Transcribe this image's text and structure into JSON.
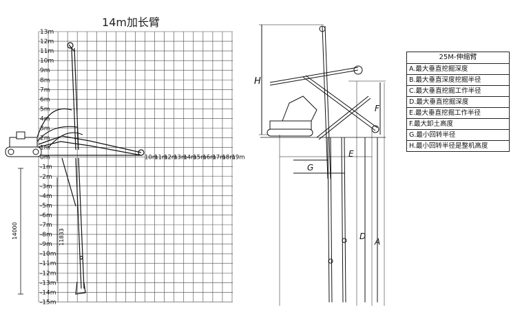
{
  "left_diagram": {
    "title": "14m加长臂",
    "y_labels": [
      "13m",
      "12m",
      "11m",
      "10m",
      "9m",
      "8m",
      "7m",
      "6m",
      "5m",
      "4m",
      "3m",
      "2m",
      "1m",
      "0m",
      "-1m",
      "-2m",
      "-3m",
      "-4m",
      "-5m",
      "-6m",
      "-7m",
      "-8m",
      "-9m",
      "-10m",
      "-11m",
      "-12m",
      "-13m",
      "-14m",
      "-15m"
    ],
    "x_labels": [
      "10m",
      "11m",
      "12m",
      "13m",
      "14m",
      "15m",
      "16m",
      "17m",
      "18m",
      "19m"
    ],
    "dim_depth": "14000",
    "dim_depth2": "11833"
  },
  "right_diagram": {
    "dim_labels": {
      "H": "H",
      "F": "F",
      "G": "G",
      "E": "E",
      "D": "D",
      "A": "A"
    }
  },
  "legend": {
    "title": "25M-伸缩臂",
    "rows": [
      "A.最大垂直挖掘深度",
      "B.最大垂直深度挖掘半径",
      "C.最大垂直挖掘工作半径",
      "D.最大垂直挖掘深度",
      "E.最大垂直挖掘工作半径",
      "F.最大卸土高度",
      "G.最小回转半径",
      "H.最小回转半径是整机高度"
    ]
  }
}
